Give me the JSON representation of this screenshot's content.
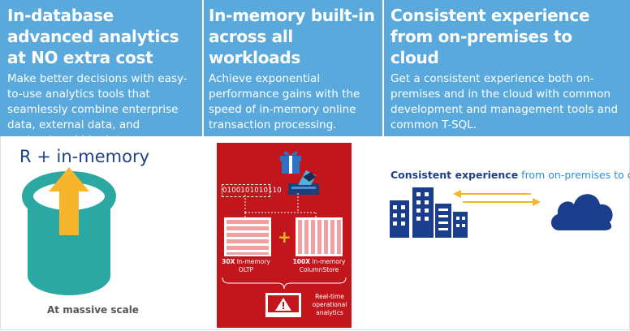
{
  "columns": [
    {
      "title": "In-database advanced analytics at NO extra cost",
      "body": "Make better decisions with easy-to-use analytics tools that seamlessly combine enterprise data, external data, and unstructured big data."
    },
    {
      "title": "In-memory built-in across all workloads",
      "body": "Achieve exponential performance gains with the speed of in-memory online transaction processing."
    },
    {
      "title": "Consistent experience from on-premises to cloud",
      "body": "Get a consistent experience both on-premises and in the cloud with common development and management tools and common T-SQL."
    }
  ],
  "panel_analytics": {
    "title": "R + in-memory",
    "caption": "At massive scale"
  },
  "panel_inmemory": {
    "binary": "0100101010110",
    "plus": "+",
    "oltp_bold": "30X",
    "oltp_rest": "In-memory",
    "oltp_line2": "OLTP",
    "col_bold": "100X",
    "col_rest": "In-memory",
    "col_line2": "ColumnStore",
    "rt_line1": "Real-time",
    "rt_line2": "operational",
    "rt_line3": "analytics"
  },
  "panel_cloud": {
    "title_bold": "Consistent experience",
    "title_rest": "from on-premises to cloud"
  },
  "colors": {
    "header_bg": "#5aa9dc",
    "title_navy": "#1f3f8a",
    "cylinder_teal": "#2aa8a1",
    "arrow_yellow": "#f7b52c",
    "panel_red": "#c3161c",
    "cloud_navy": "#1a3e8c"
  },
  "icons": [
    "cylinder-icon",
    "up-arrow-icon",
    "gift-icon",
    "hand-card-icon",
    "table-grid-icon",
    "columnstore-icon",
    "warning-icon",
    "buildings-icon",
    "double-arrow-icon",
    "cloud-icon"
  ]
}
